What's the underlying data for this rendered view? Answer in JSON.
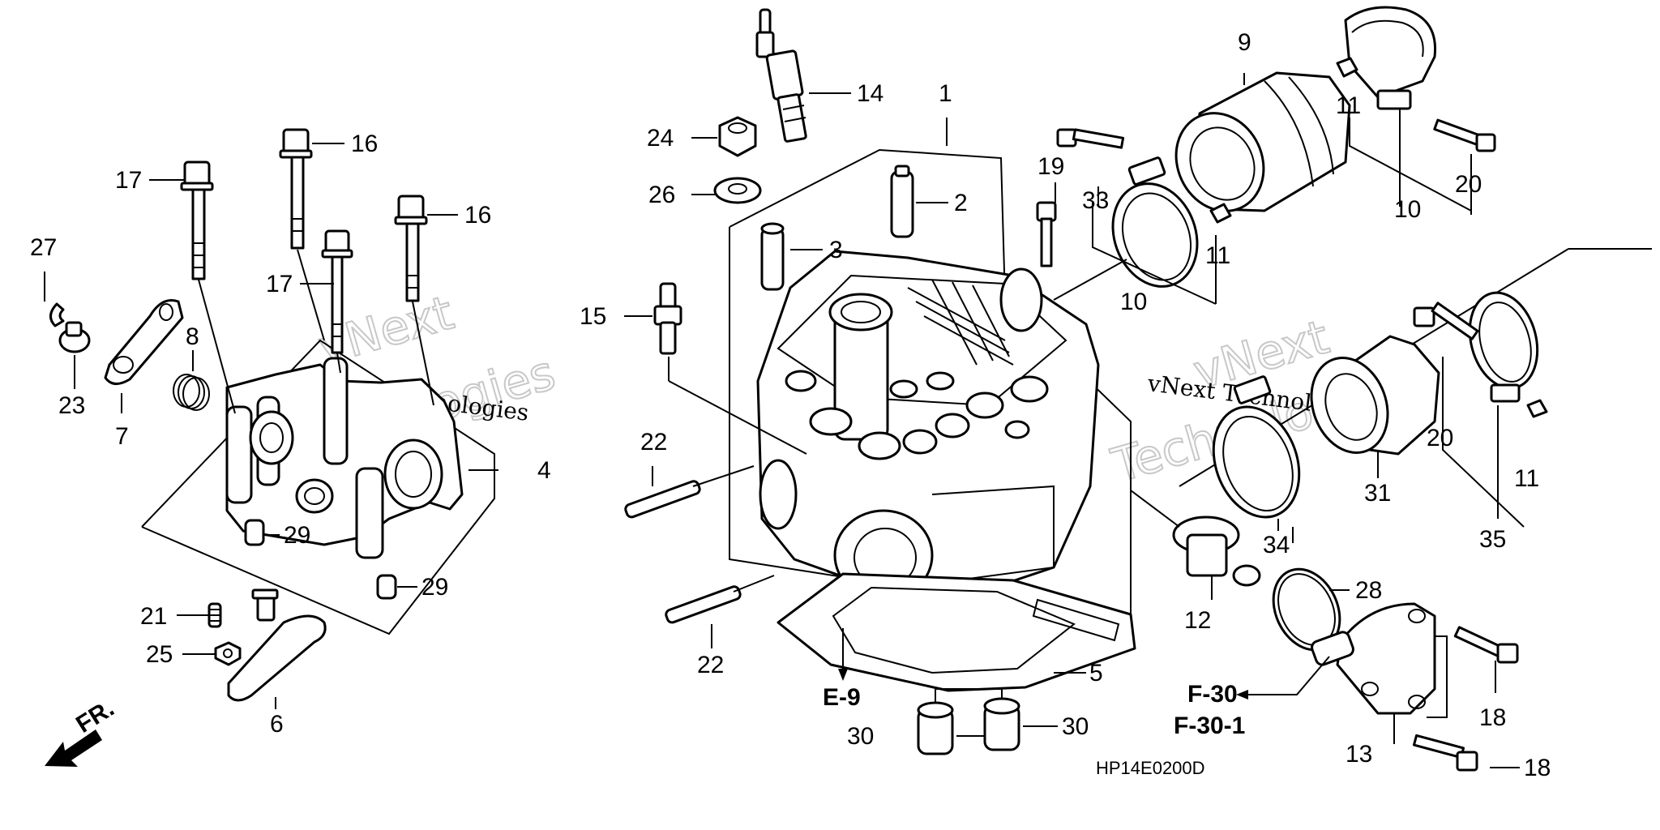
{
  "diagram_code": "HP14E0200D",
  "front_marker": "FR.",
  "references": {
    "e9": "E-9",
    "f30": "F-30",
    "f30_1": "F-30-1"
  },
  "watermark": {
    "small": "vNext Technologies",
    "big_line1": "vNext",
    "big_line2": "Technologies"
  },
  "callouts": {
    "c1": "1",
    "c2": "2",
    "c3": "3",
    "c4": "4",
    "c5": "5",
    "c6": "6",
    "c7": "7",
    "c8": "8",
    "c9": "9",
    "c10a": "10",
    "c10b": "10",
    "c11a": "11",
    "c11b": "11",
    "c11c": "11",
    "c12": "12",
    "c13": "13",
    "c14": "14",
    "c15": "15",
    "c16a": "16",
    "c16b": "16",
    "c17a": "17",
    "c17b": "17",
    "c18a": "18",
    "c18b": "18",
    "c19": "19",
    "c20a": "20",
    "c20b": "20",
    "c21": "21",
    "c22a": "22",
    "c22b": "22",
    "c23": "23",
    "c24": "24",
    "c25": "25",
    "c26": "26",
    "c27": "27",
    "c28": "28",
    "c29a": "29",
    "c29b": "29",
    "c30a": "30",
    "c30b": "30",
    "c31": "31",
    "c33": "33",
    "c34": "34",
    "c35": "35"
  }
}
